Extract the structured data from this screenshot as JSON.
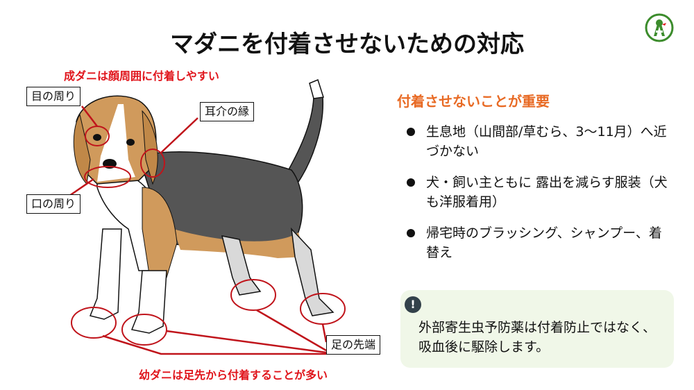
{
  "slide": {
    "title": "マダニを付着させないための対応",
    "logo_icon": "green-circle-logo-icon"
  },
  "illustration": {
    "caption_top": "成ダニは顔周囲に付着しやすい",
    "caption_bottom": "幼ダニは足先から付着することが多い",
    "labels": {
      "eye": "目の周り",
      "ear": "耳介の縁",
      "mouth": "口の周り",
      "feet": "足の先端"
    },
    "colors": {
      "highlight_circle": "#c0141b",
      "caption": "#e0141b",
      "dog_tan": "#d09a5c",
      "dog_black": "#555555",
      "dog_white": "#ffffff",
      "dog_gray": "#d9d9d9"
    }
  },
  "right_panel": {
    "heading": "付着させないことが重要",
    "heading_color": "#e86a24",
    "bullets": [
      "生息地（山間部/草むら、3〜11月）へ近づかない",
      "犬・飼い主ともに 露出を減らす服装（犬も洋服着用）",
      "帰宅時のブラッシング、シャンプー、着替え"
    ]
  },
  "note": {
    "icon": "exclamation-icon",
    "icon_text": "!",
    "text": "外部寄生虫予防薬は付着防止ではなく、吸血後に駆除します。",
    "background": "#f0f7e8"
  }
}
